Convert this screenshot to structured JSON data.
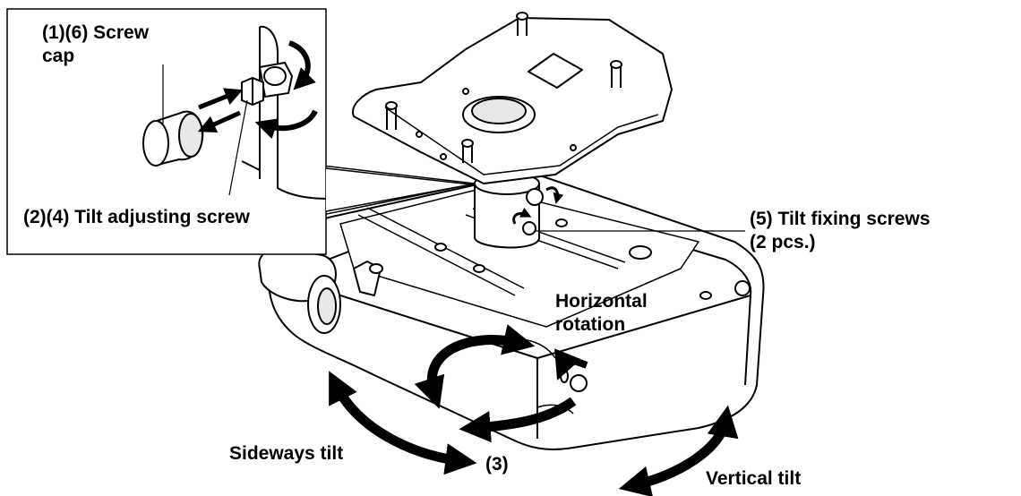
{
  "labels": {
    "screw_cap_line1": "(1)(6) Screw",
    "screw_cap_line2": "cap",
    "tilt_adjusting_screw": "(2)(4) Tilt adjusting screw",
    "tilt_fixing_screws_line1": "(5) Tilt fixing screws",
    "tilt_fixing_screws_line2": "(2 pcs.)",
    "horizontal_rotation_line1": "Horizontal",
    "horizontal_rotation_line2": "rotation",
    "sideways_tilt": "Sideways tilt",
    "step_3": "(3)",
    "vertical_tilt": "Vertical tilt"
  },
  "colors": {
    "line": "#000000",
    "fill": "#ffffff",
    "shade": "#e8e8e8"
  }
}
